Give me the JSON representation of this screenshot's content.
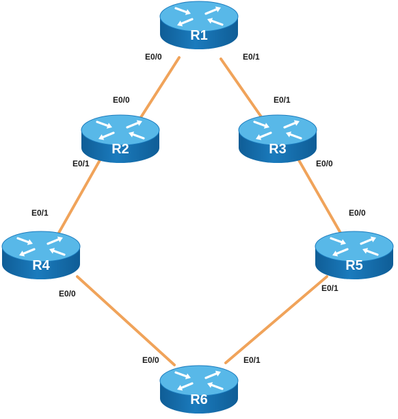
{
  "colors": {
    "link": "#f0a35a",
    "router_top": "#58b8e8",
    "router_side": "#1b7bbd",
    "router_side_dark": "#0f5d96",
    "arrow": "#ffffff"
  },
  "icons": {
    "router": "router-icon"
  },
  "routers": [
    {
      "id": "R1",
      "label": "R1"
    },
    {
      "id": "R2",
      "label": "R2"
    },
    {
      "id": "R3",
      "label": "R3"
    },
    {
      "id": "R4",
      "label": "R4"
    },
    {
      "id": "R5",
      "label": "R5"
    },
    {
      "id": "R6",
      "label": "R6"
    }
  ],
  "links": [
    {
      "from": "R1",
      "to": "R2",
      "from_if": "E0/0",
      "to_if": "E0/0"
    },
    {
      "from": "R1",
      "to": "R3",
      "from_if": "E0/1",
      "to_if": "E0/1"
    },
    {
      "from": "R2",
      "to": "R4",
      "from_if": "E0/1",
      "to_if": "E0/1"
    },
    {
      "from": "R3",
      "to": "R5",
      "from_if": "E0/0",
      "to_if": "E0/0"
    },
    {
      "from": "R4",
      "to": "R6",
      "from_if": "E0/0",
      "to_if": "E0/0"
    },
    {
      "from": "R5",
      "to": "R6",
      "from_if": "E0/1",
      "to_if": "E0/1"
    }
  ]
}
